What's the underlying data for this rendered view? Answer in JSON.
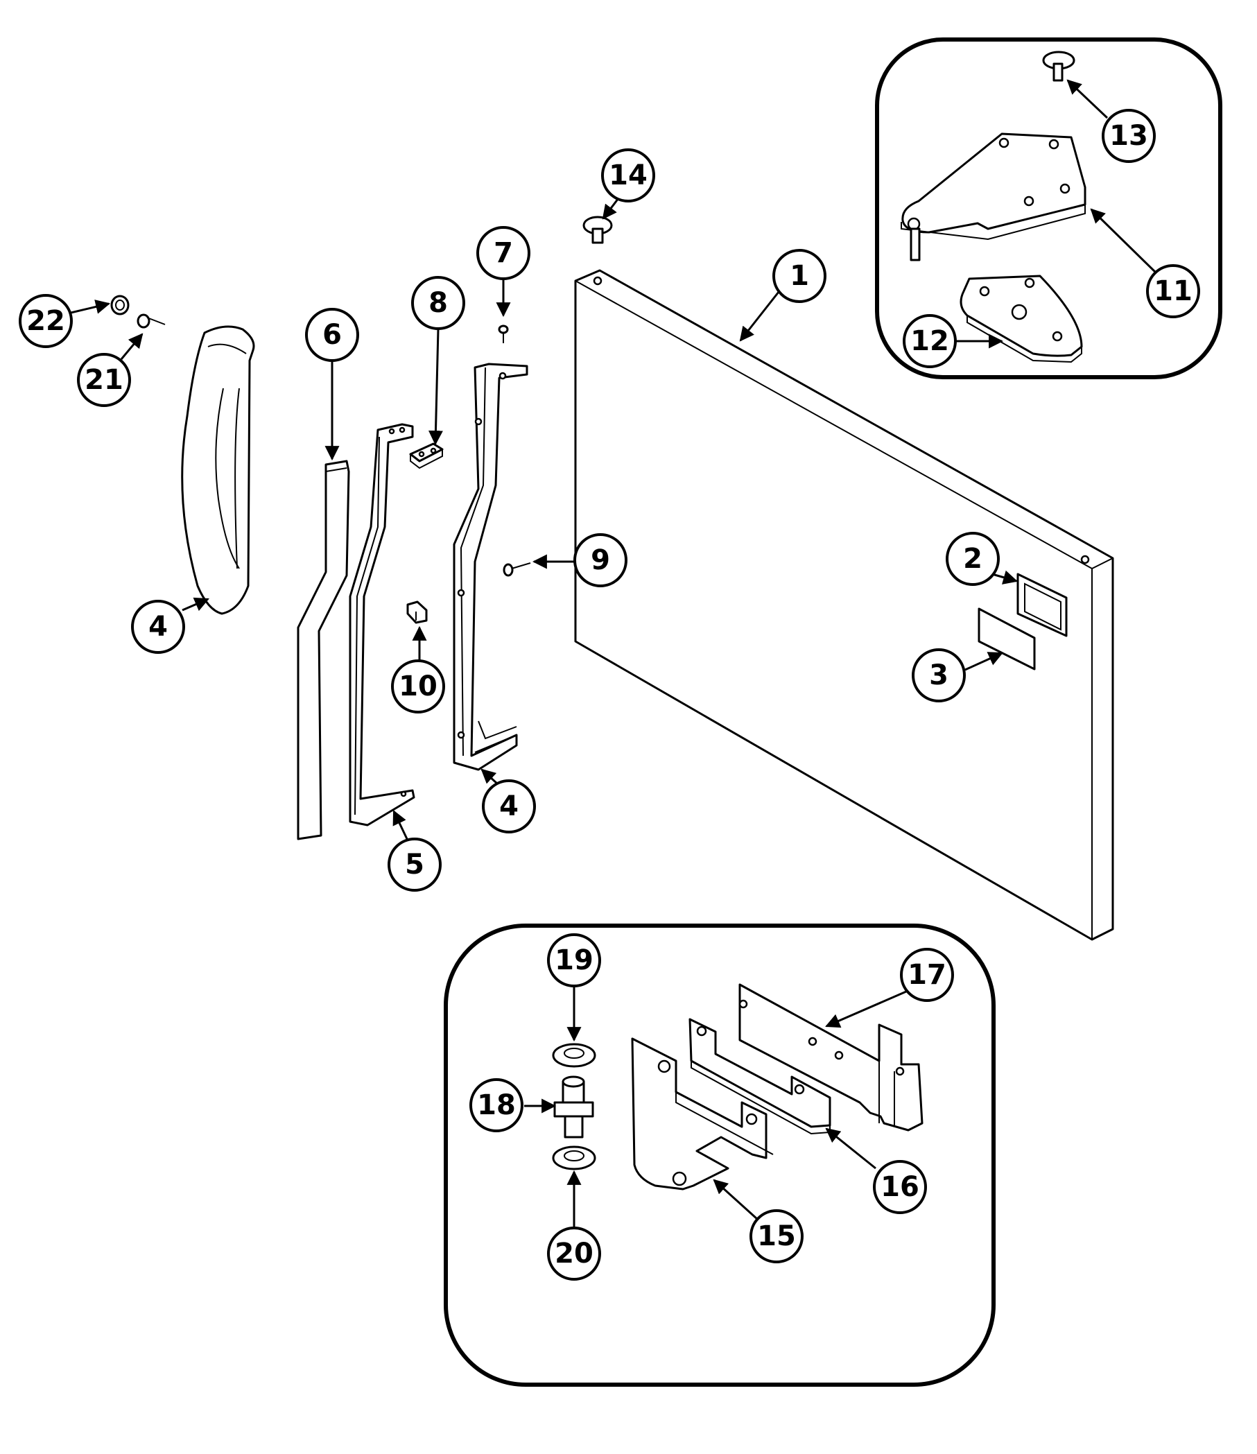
{
  "callouts": [
    {
      "id": "c1",
      "label": "1"
    },
    {
      "id": "c2",
      "label": "2"
    },
    {
      "id": "c3",
      "label": "3"
    },
    {
      "id": "c4a",
      "label": "4"
    },
    {
      "id": "c4b",
      "label": "4"
    },
    {
      "id": "c5",
      "label": "5"
    },
    {
      "id": "c6",
      "label": "6"
    },
    {
      "id": "c7",
      "label": "7"
    },
    {
      "id": "c8",
      "label": "8"
    },
    {
      "id": "c9",
      "label": "9"
    },
    {
      "id": "c10",
      "label": "10"
    },
    {
      "id": "c11",
      "label": "11"
    },
    {
      "id": "c12",
      "label": "12"
    },
    {
      "id": "c13",
      "label": "13"
    },
    {
      "id": "c14",
      "label": "14"
    },
    {
      "id": "c15",
      "label": "15"
    },
    {
      "id": "c16",
      "label": "16"
    },
    {
      "id": "c17",
      "label": "17"
    },
    {
      "id": "c18",
      "label": "18"
    },
    {
      "id": "c19",
      "label": "19"
    },
    {
      "id": "c20",
      "label": "20"
    },
    {
      "id": "c21",
      "label": "21"
    },
    {
      "id": "c22",
      "label": "22"
    }
  ]
}
